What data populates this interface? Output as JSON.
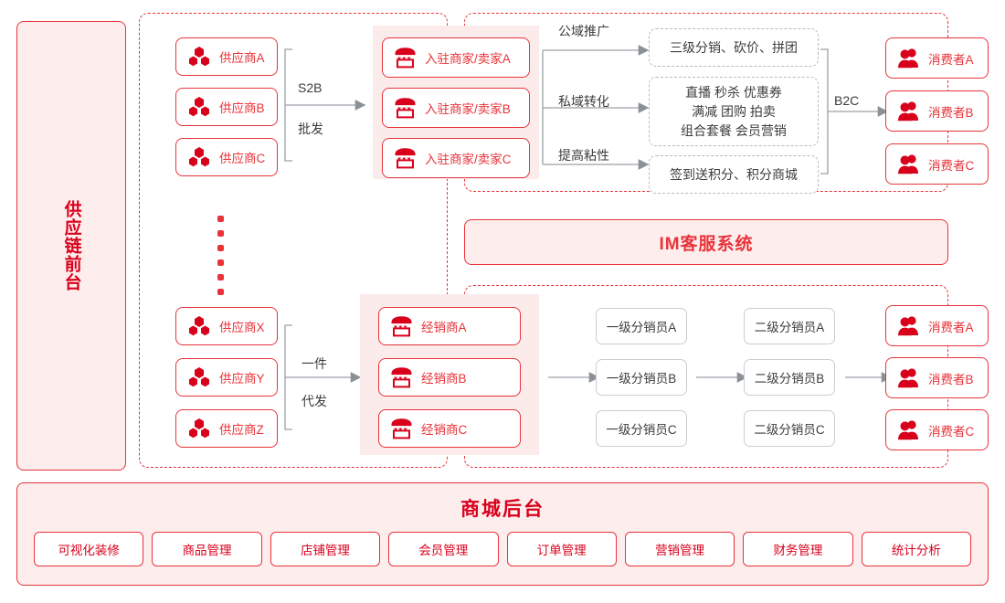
{
  "side_panel": {
    "label": "供应链前台"
  },
  "diagram": {
    "top_row": {
      "suppliers": [
        {
          "label": "供应商A",
          "icon": "hexagons-icon"
        },
        {
          "label": "供应商B",
          "icon": "hexagons-icon"
        },
        {
          "label": "供应商C",
          "icon": "hexagons-icon"
        }
      ],
      "connector_top": "S2B",
      "connector_bottom": "批发",
      "merchants": [
        {
          "label": "入驻商家/卖家A",
          "icon": "store-icon"
        },
        {
          "label": "入驻商家/卖家B",
          "icon": "store-icon"
        },
        {
          "label": "入驻商家/卖家C",
          "icon": "store-icon"
        }
      ],
      "channels": [
        {
          "label": "公域推广"
        },
        {
          "label": "私域转化"
        },
        {
          "label": "提高粘性"
        }
      ],
      "features": [
        {
          "lines": [
            "三级分销、砍价、拼团"
          ]
        },
        {
          "lines": [
            "直播 秒杀 优惠券",
            "满减 团购 拍卖",
            "组合套餐 会员营销"
          ]
        },
        {
          "lines": [
            "签到送积分、积分商城"
          ]
        }
      ],
      "b2c_label": "B2C",
      "consumers": [
        {
          "label": "消费者A",
          "icon": "consumers-icon"
        },
        {
          "label": "消费者B",
          "icon": "consumers-icon"
        },
        {
          "label": "消费者C",
          "icon": "consumers-icon"
        }
      ]
    },
    "im_bar": {
      "label": "IM客服系统"
    },
    "bottom_row": {
      "suppliers": [
        {
          "label": "供应商X",
          "icon": "hexagons-icon"
        },
        {
          "label": "供应商Y",
          "icon": "hexagons-icon"
        },
        {
          "label": "供应商Z",
          "icon": "hexagons-icon"
        }
      ],
      "connector_top": "一件",
      "connector_bottom": "代发",
      "dealers": [
        {
          "label": "经销商A",
          "icon": "store-icon"
        },
        {
          "label": "经销商B",
          "icon": "store-icon"
        },
        {
          "label": "经销商C",
          "icon": "store-icon"
        }
      ],
      "level1": [
        {
          "label": "一级分销员A"
        },
        {
          "label": "一级分销员B"
        },
        {
          "label": "一级分销员C"
        }
      ],
      "level2": [
        {
          "label": "二级分销员A"
        },
        {
          "label": "二级分销员B"
        },
        {
          "label": "二级分销员C"
        }
      ],
      "consumers": [
        {
          "label": "消费者A",
          "icon": "consumers-icon"
        },
        {
          "label": "消费者B",
          "icon": "consumers-icon"
        },
        {
          "label": "消费者C",
          "icon": "consumers-icon"
        }
      ]
    }
  },
  "backend": {
    "title": "商城后台",
    "buttons": [
      {
        "label": "可视化装修"
      },
      {
        "label": "商品管理"
      },
      {
        "label": "店铺管理"
      },
      {
        "label": "会员管理"
      },
      {
        "label": "订单管理"
      },
      {
        "label": "营销管理"
      },
      {
        "label": "财务管理"
      },
      {
        "label": "统计分析"
      }
    ]
  },
  "colors": {
    "brand_red": "#e8333a",
    "deep_red": "#d9001b",
    "pink_fill": "#fdeded",
    "strip_pink": "#fcebeb",
    "grey_border": "#c9ced4",
    "grey_text": "#3d3d3d",
    "arrow_grey": "#8c9196"
  }
}
